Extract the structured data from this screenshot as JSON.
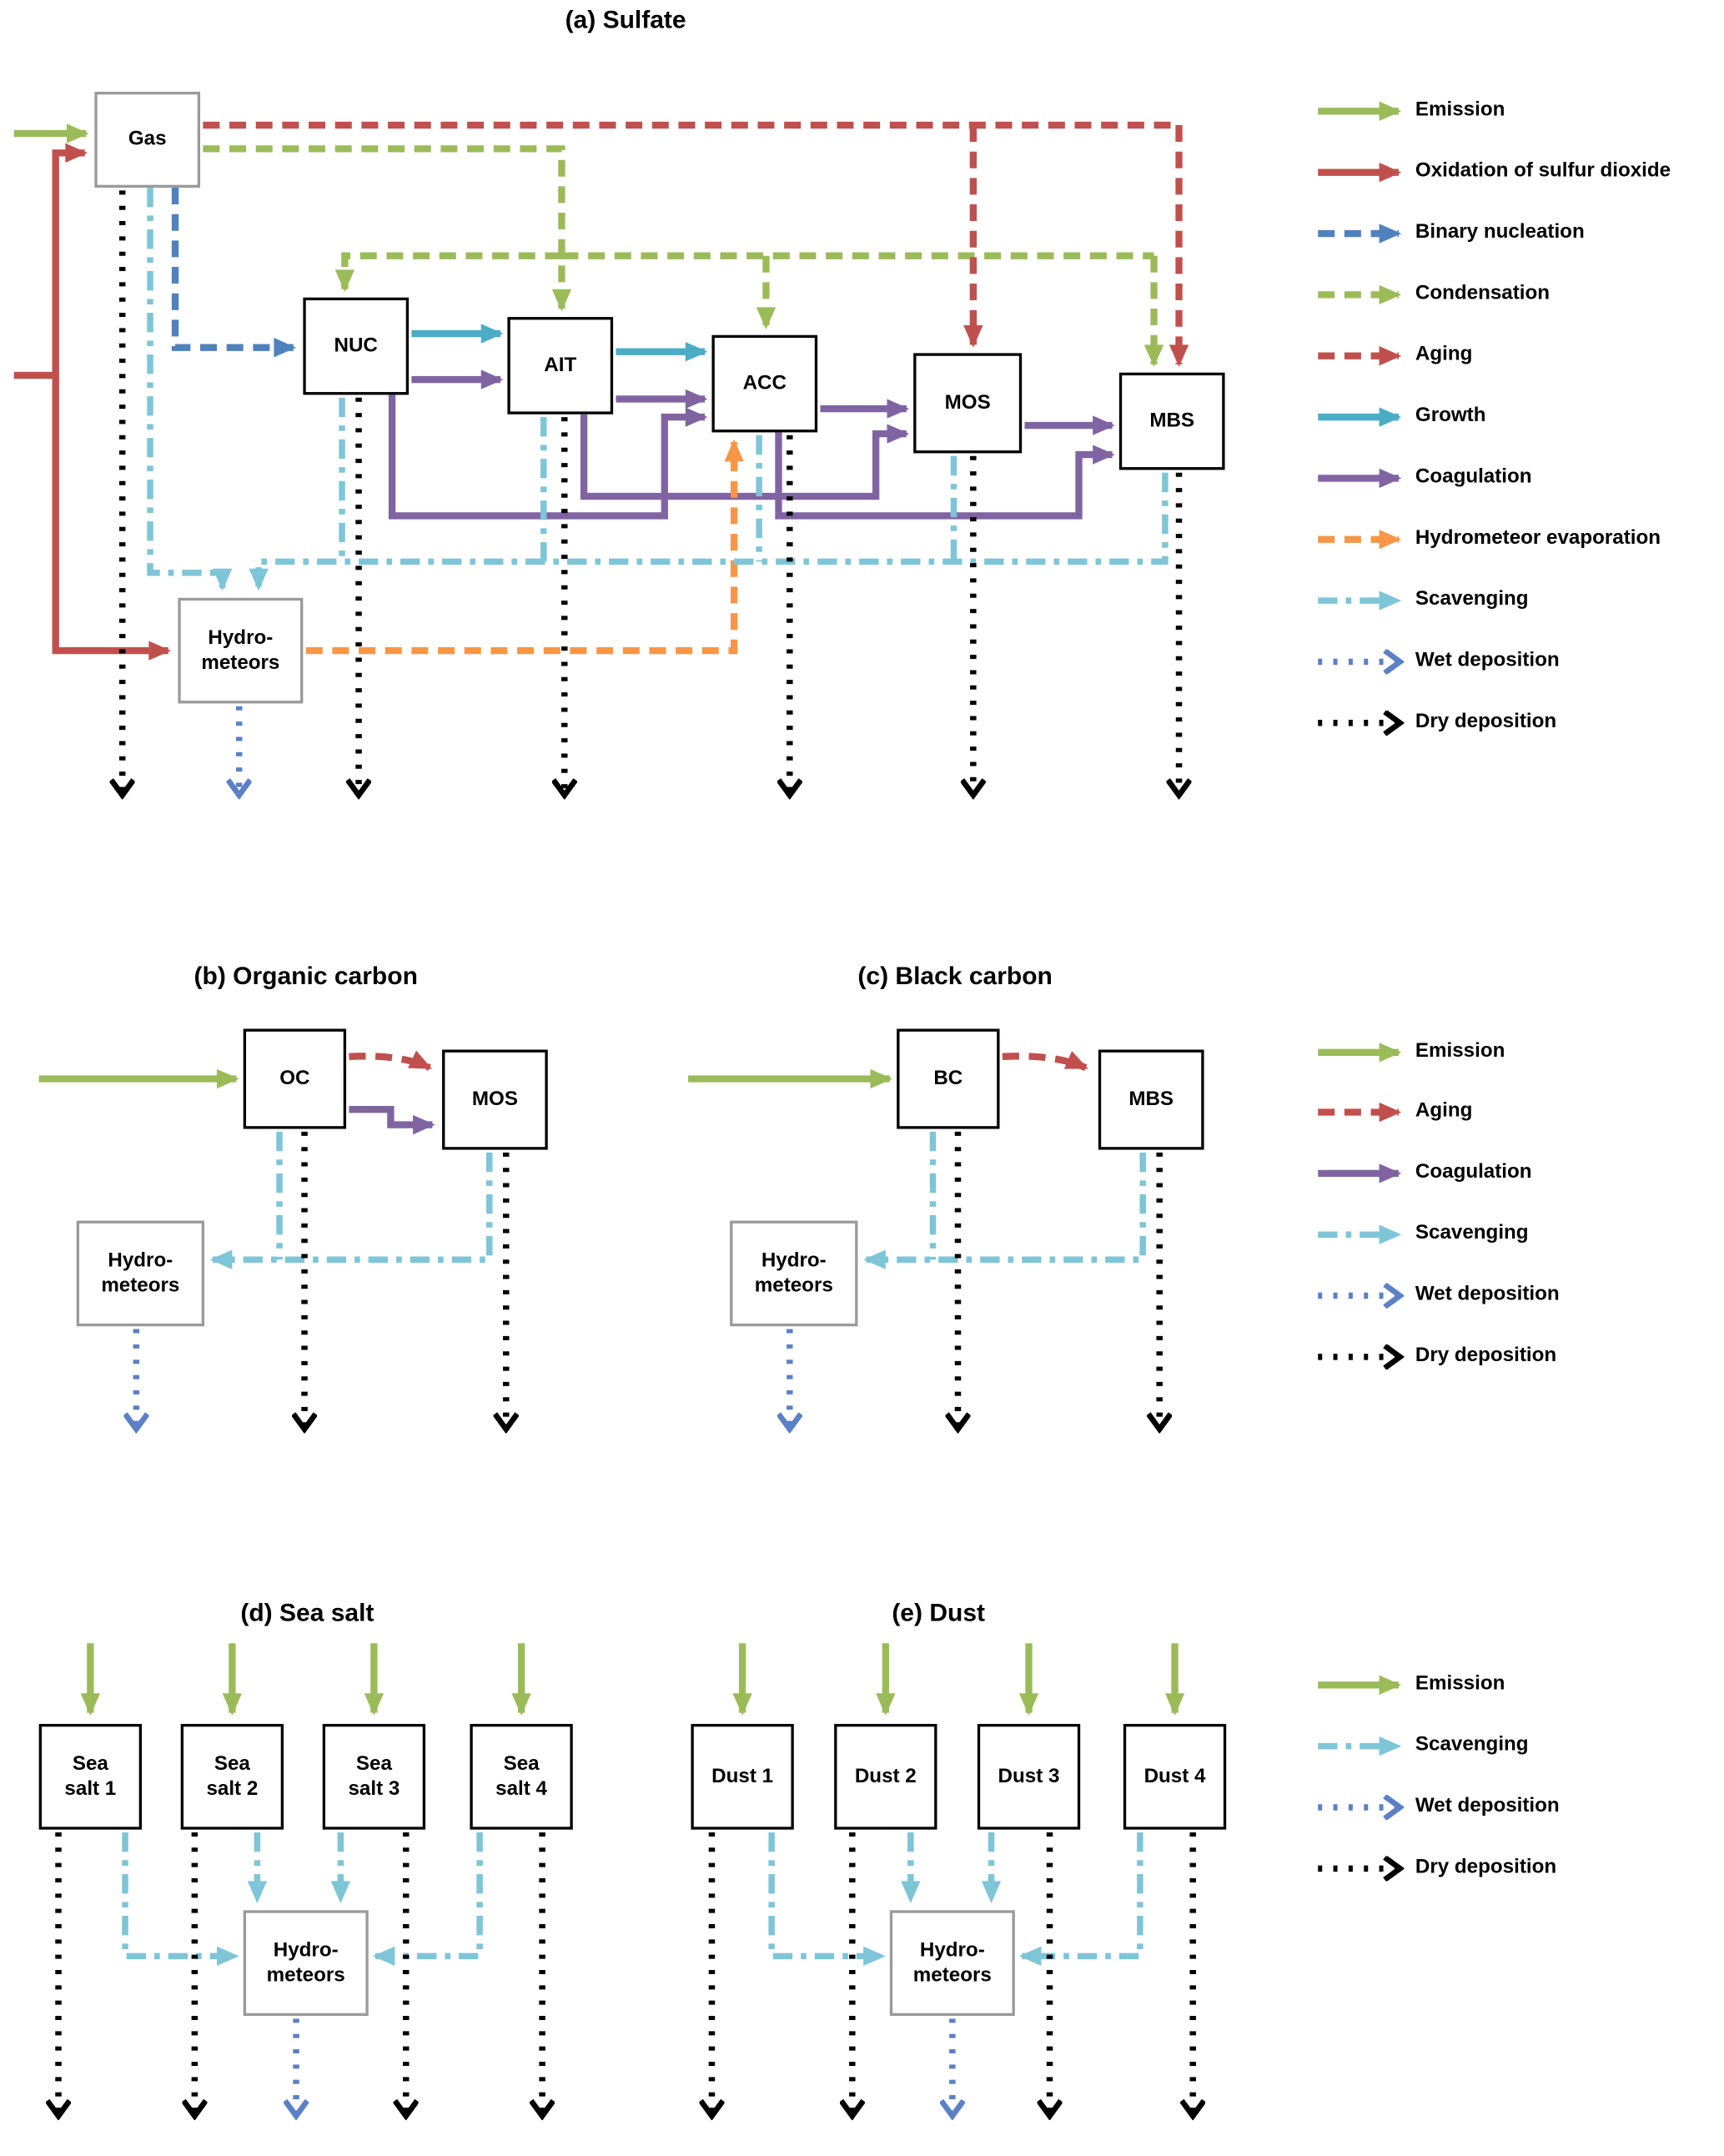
{
  "colors": {
    "emission": "#9bbb59",
    "oxidation": "#c0504d",
    "binary_nucleation": "#4f81bd",
    "condensation": "#9bbb59",
    "aging": "#c0504d",
    "growth": "#4bacc6",
    "coagulation": "#8064a2",
    "hydrometeor_evaporation": "#f79646",
    "scavenging": "#7ec5d8",
    "wet_deposition": "#5b80c6",
    "dry_deposition": "#000000"
  },
  "panels": {
    "a": {
      "title": "(a) Sulfate",
      "boxes": {
        "gas": "Gas",
        "nuc": "NUC",
        "ait": "AIT",
        "acc": "ACC",
        "mos": "MOS",
        "mbs": "MBS",
        "hydro": "Hydro-\nmeteors"
      }
    },
    "b": {
      "title": "(b) Organic carbon",
      "boxes": {
        "oc": "OC",
        "mos": "MOS",
        "hydro": "Hydro-\nmeteors"
      }
    },
    "c": {
      "title": "(c) Black carbon",
      "boxes": {
        "bc": "BC",
        "mbs": "MBS",
        "hydro": "Hydro-\nmeteors"
      }
    },
    "d": {
      "title": "(d) Sea salt",
      "boxes": {
        "s1": "Sea\nsalt 1",
        "s2": "Sea\nsalt 2",
        "s3": "Sea\nsalt 3",
        "s4": "Sea\nsalt 4",
        "hydro": "Hydro-\nmeteors"
      }
    },
    "e": {
      "title": "(e) Dust",
      "boxes": {
        "d1": "Dust 1",
        "d2": "Dust 2",
        "d3": "Dust 3",
        "d4": "Dust 4",
        "hydro": "Hydro-\nmeteors"
      }
    }
  },
  "legends": {
    "a": [
      "Emission",
      "Oxidation of sulfur dioxide",
      "Binary nucleation",
      "Condensation",
      "Aging",
      "Growth",
      "Coagulation",
      "Hydrometeor evaporation",
      "Scavenging",
      "Wet deposition",
      "Dry deposition"
    ],
    "bc": [
      "Emission",
      "Aging",
      "Coagulation",
      "Scavenging",
      "Wet deposition",
      "Dry deposition"
    ],
    "de": [
      "Emission",
      "Scavenging",
      "Wet deposition",
      "Dry deposition"
    ]
  }
}
